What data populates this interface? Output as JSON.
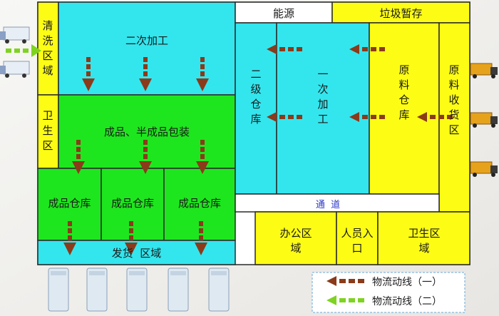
{
  "zones": {
    "cleaning": "清洗区域",
    "secondary_processing": "二次加工",
    "sanitary_left": "卫生区",
    "packaging": "成品、半成品包装",
    "finished_warehouse": [
      "成品仓库",
      "成品仓库",
      "成品仓库"
    ],
    "shipping": "发货  区域",
    "energy": "能源",
    "garbage": "垃圾暂存",
    "secondary_warehouse": "二级仓库",
    "primary_processing": "一次加工",
    "raw_warehouse": "原料仓库",
    "raw_receiving": "原料收货区",
    "corridor": "通  道",
    "office": "办公区域",
    "staff_entrance": "人员入口",
    "sanitary_right": "卫生区域"
  },
  "legend": {
    "line1": "物流动线（一）",
    "line2": "物流动线（二）"
  },
  "colors": {
    "cyan": "#33e6ee",
    "yellow": "#fdfc14",
    "green": "#1ee61e",
    "arrow_brown": "#8b3a1a",
    "arrow_green": "#7ed321"
  },
  "icons": [
    "truck-icon",
    "arrow-left-icon",
    "arrow-down-icon",
    "arrow-right-icon"
  ]
}
